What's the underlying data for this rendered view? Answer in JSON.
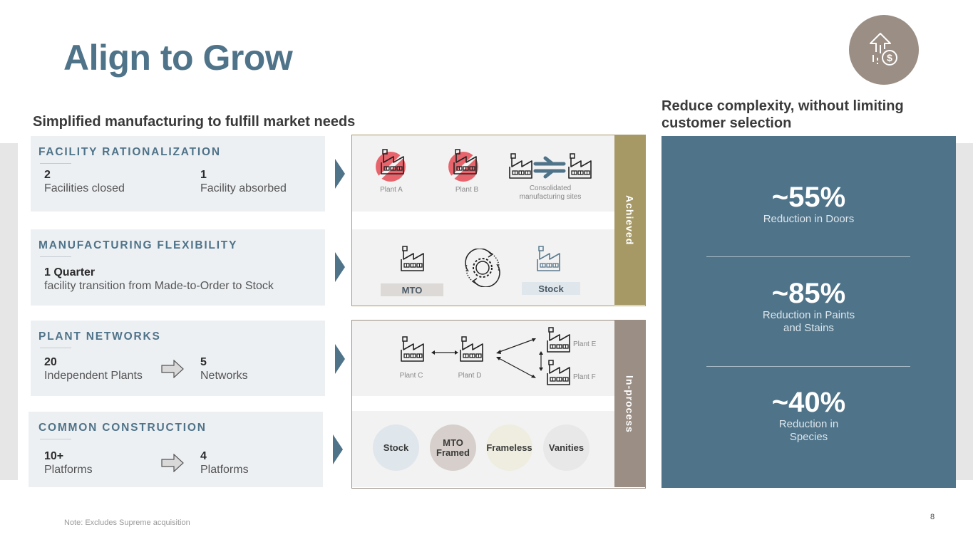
{
  "title": "Align to Grow",
  "header_icon": "growth-dollar-icon",
  "subtitles": {
    "left": "Simplified manufacturing to fulfill market needs",
    "right": "Reduce complexity, without limiting customer selection"
  },
  "cards": [
    {
      "heading": "FACILITY RATIONALIZATION",
      "stats": [
        {
          "value": "2",
          "label": "Facilities closed"
        },
        {
          "value": "1",
          "label": "Facility absorbed"
        }
      ]
    },
    {
      "heading": "MANUFACTURING FLEXIBILITY",
      "stats": [
        {
          "value": "1 Quarter",
          "label": "facility transition from Made-to-Order to Stock"
        }
      ]
    },
    {
      "heading": "PLANT NETWORKS",
      "stats": [
        {
          "value": "20",
          "label": "Independent Plants"
        },
        {
          "value": "5",
          "label": "Networks"
        }
      ]
    },
    {
      "heading": "COMMON CONSTRUCTION",
      "stats": [
        {
          "value": "10+",
          "label": "Platforms"
        },
        {
          "value": "4",
          "label": "Platforms"
        }
      ]
    }
  ],
  "achieved": {
    "tag": "Achieved",
    "plants_closed": [
      "Plant A",
      "Plant B"
    ],
    "consolidated_label": "Consolidated manufacturing sites",
    "mto_label": "MTO",
    "stock_label": "Stock"
  },
  "in_process": {
    "tag": "In-process",
    "plants": [
      "Plant C",
      "Plant D",
      "Plant E",
      "Plant F"
    ],
    "categories": [
      {
        "label": "Stock",
        "color": "#dfe6ec"
      },
      {
        "label": "MTO Framed",
        "color": "#d6cfcb"
      },
      {
        "label": "Frameless",
        "color": "#efede0"
      },
      {
        "label": "Vanities",
        "color": "#e8e8e8"
      }
    ]
  },
  "metrics": [
    {
      "value": "~55%",
      "label": "Reduction in Doors"
    },
    {
      "value": "~85%",
      "label": "Reduction in Paints and Stains"
    },
    {
      "value": "~40%",
      "label": "Reduction in Species"
    }
  ],
  "colors": {
    "brand_blue": "#4f7389",
    "achieved_gold": "#a69966",
    "in_process_taupe": "#9b8e84",
    "closed_red": "#e8646c"
  },
  "footnote": "Note: Excludes Supreme acquisition",
  "page_number": "8"
}
